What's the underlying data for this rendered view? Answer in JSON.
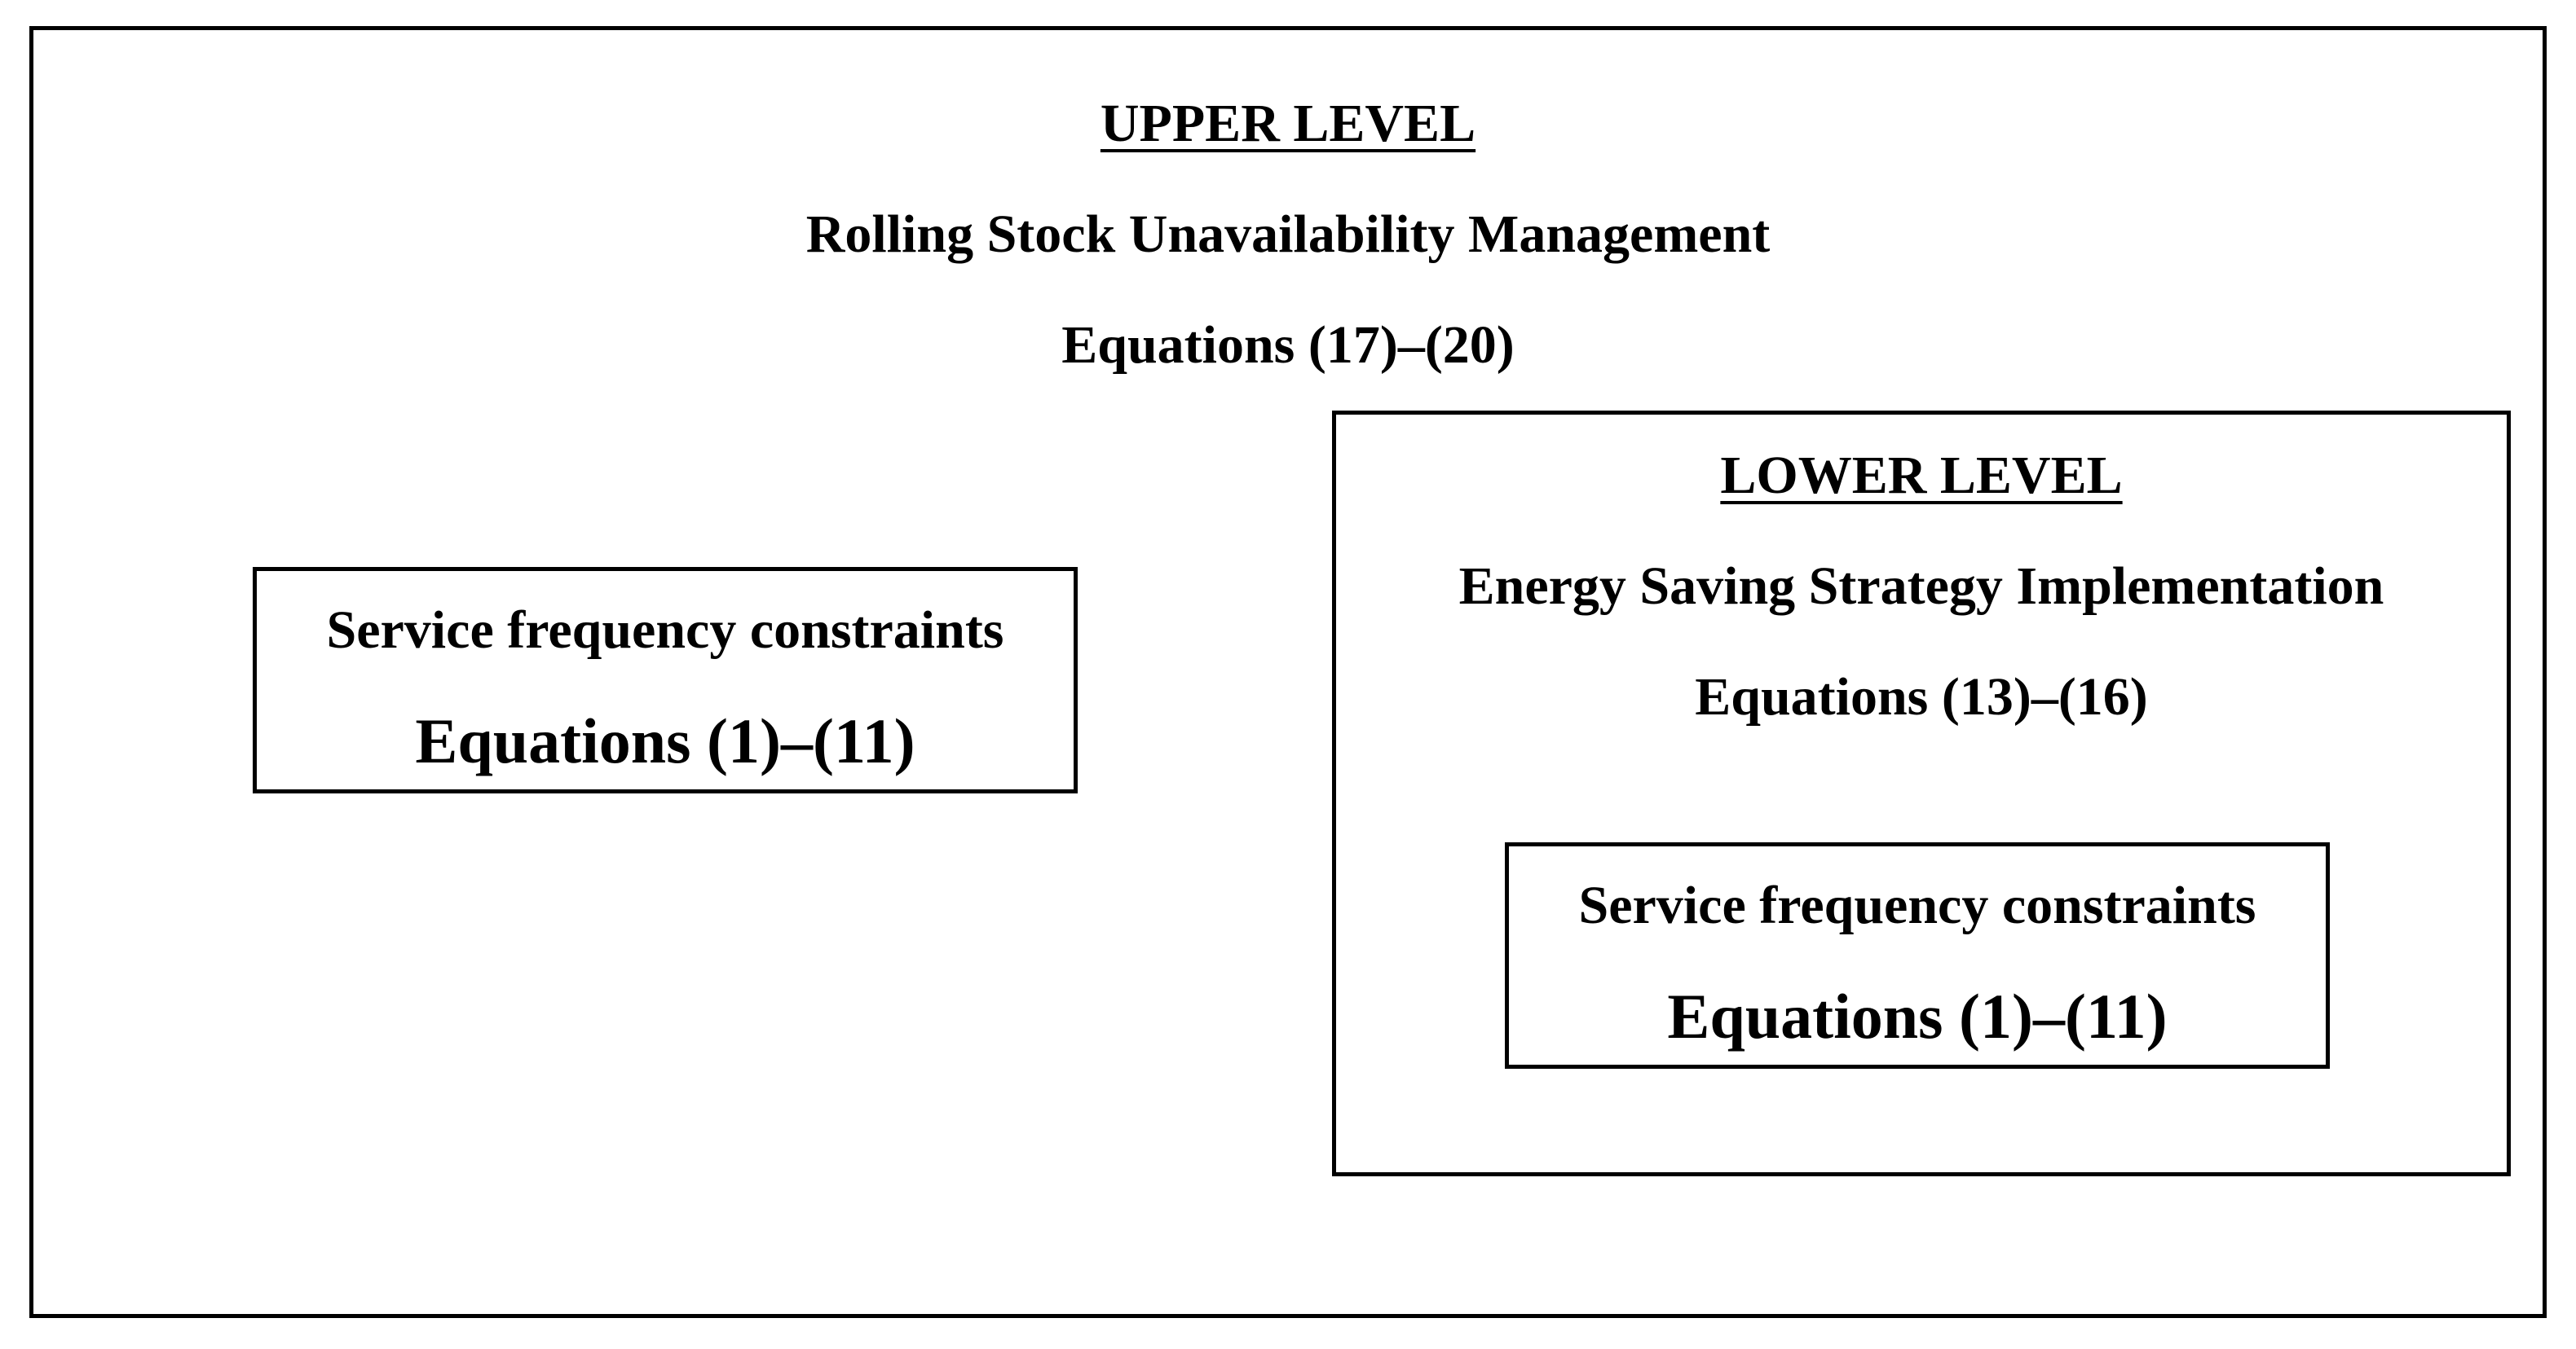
{
  "upper_level": {
    "heading": "UPPER LEVEL",
    "title": "Rolling Stock Unavailability Management",
    "equations": "Equations (17)–(20)"
  },
  "left_constraints": {
    "title": "Service frequency constraints",
    "equations": "Equations (1)–(11)"
  },
  "lower_level": {
    "heading": "LOWER LEVEL",
    "title": "Energy Saving Strategy Implementation",
    "equations": "Equations (13)–(16)",
    "constraints": {
      "title": "Service frequency constraints",
      "equations": "Equations (1)–(11)"
    }
  }
}
